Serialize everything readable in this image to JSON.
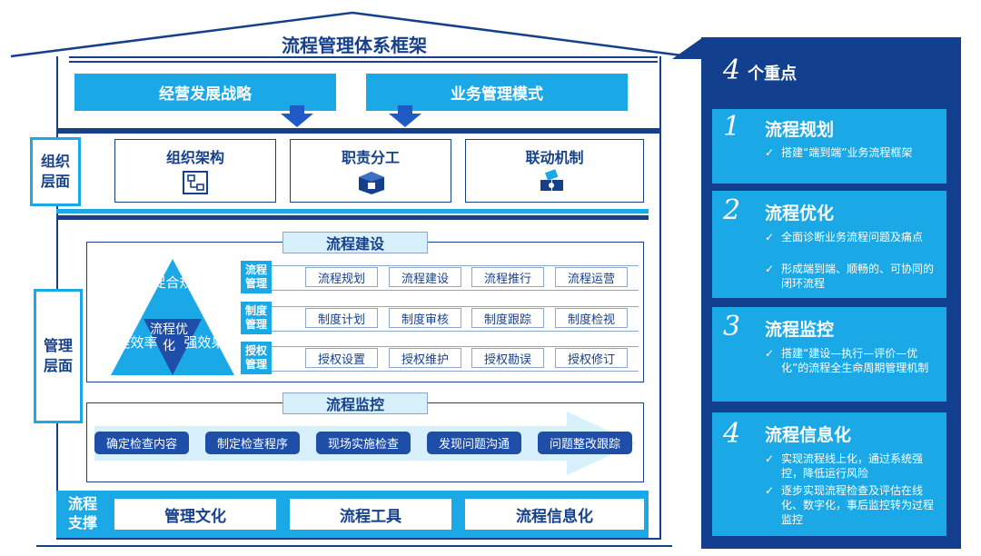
{
  "title": "流程管理体系框架",
  "strategy": [
    "经营发展战略",
    "业务管理模式"
  ],
  "org": {
    "label": "组织层面",
    "items": [
      {
        "label": "组织架构",
        "icon": "org-chart-icon"
      },
      {
        "label": "职责分工",
        "icon": "box-icon"
      },
      {
        "label": "联动机制",
        "icon": "puzzle-icon"
      }
    ]
  },
  "mgmt": {
    "label": "管理层面",
    "build_title": "流程建设",
    "triangle": {
      "top": "促合规",
      "center": "流程优化",
      "left": "提效率",
      "right": "强效果"
    },
    "rows": [
      {
        "tab": "流程管理",
        "cells": [
          "流程规划",
          "流程建设",
          "流程推行",
          "流程运营"
        ]
      },
      {
        "tab": "制度管理",
        "cells": [
          "制度计划",
          "制度审核",
          "制度跟踪",
          "制度检视"
        ]
      },
      {
        "tab": "授权管理",
        "cells": [
          "授权设置",
          "授权维护",
          "授权勘误",
          "授权修订"
        ]
      }
    ],
    "monitor_title": "流程监控",
    "steps": [
      "确定检查内容",
      "制定检查程序",
      "现场实施检查",
      "发现问题沟通",
      "问题整改跟踪"
    ]
  },
  "support": {
    "label": "流程支撑",
    "items": [
      "管理文化",
      "流程工具",
      "流程信息化"
    ]
  },
  "focus": {
    "count": "4",
    "title_suffix": "个重点",
    "items": [
      {
        "num": "1",
        "title": "流程规划",
        "bullets": [
          "搭建“端到端”业务流程框架"
        ]
      },
      {
        "num": "2",
        "title": "流程优化",
        "bullets": [
          "全面诊断业务流程问题及痛点",
          "形成端到端、顺畅的、可协同的闭环流程"
        ]
      },
      {
        "num": "3",
        "title": "流程监控",
        "bullets": [
          "搭建“建设—执行—评价—优化”的流程全生命周期管理机制"
        ]
      },
      {
        "num": "4",
        "title": "流程信息化",
        "bullets": [
          "实现流程线上化，通过系统强控，降低运行风险",
          "逐步实现流程检查及评估在线化、数字化，事后监控转为过程监控"
        ]
      }
    ]
  },
  "colors": {
    "navy": "#16418a",
    "cyan": "#1aa9e6",
    "light_cyan": "#d8f0fb",
    "panel": "#12408f"
  }
}
